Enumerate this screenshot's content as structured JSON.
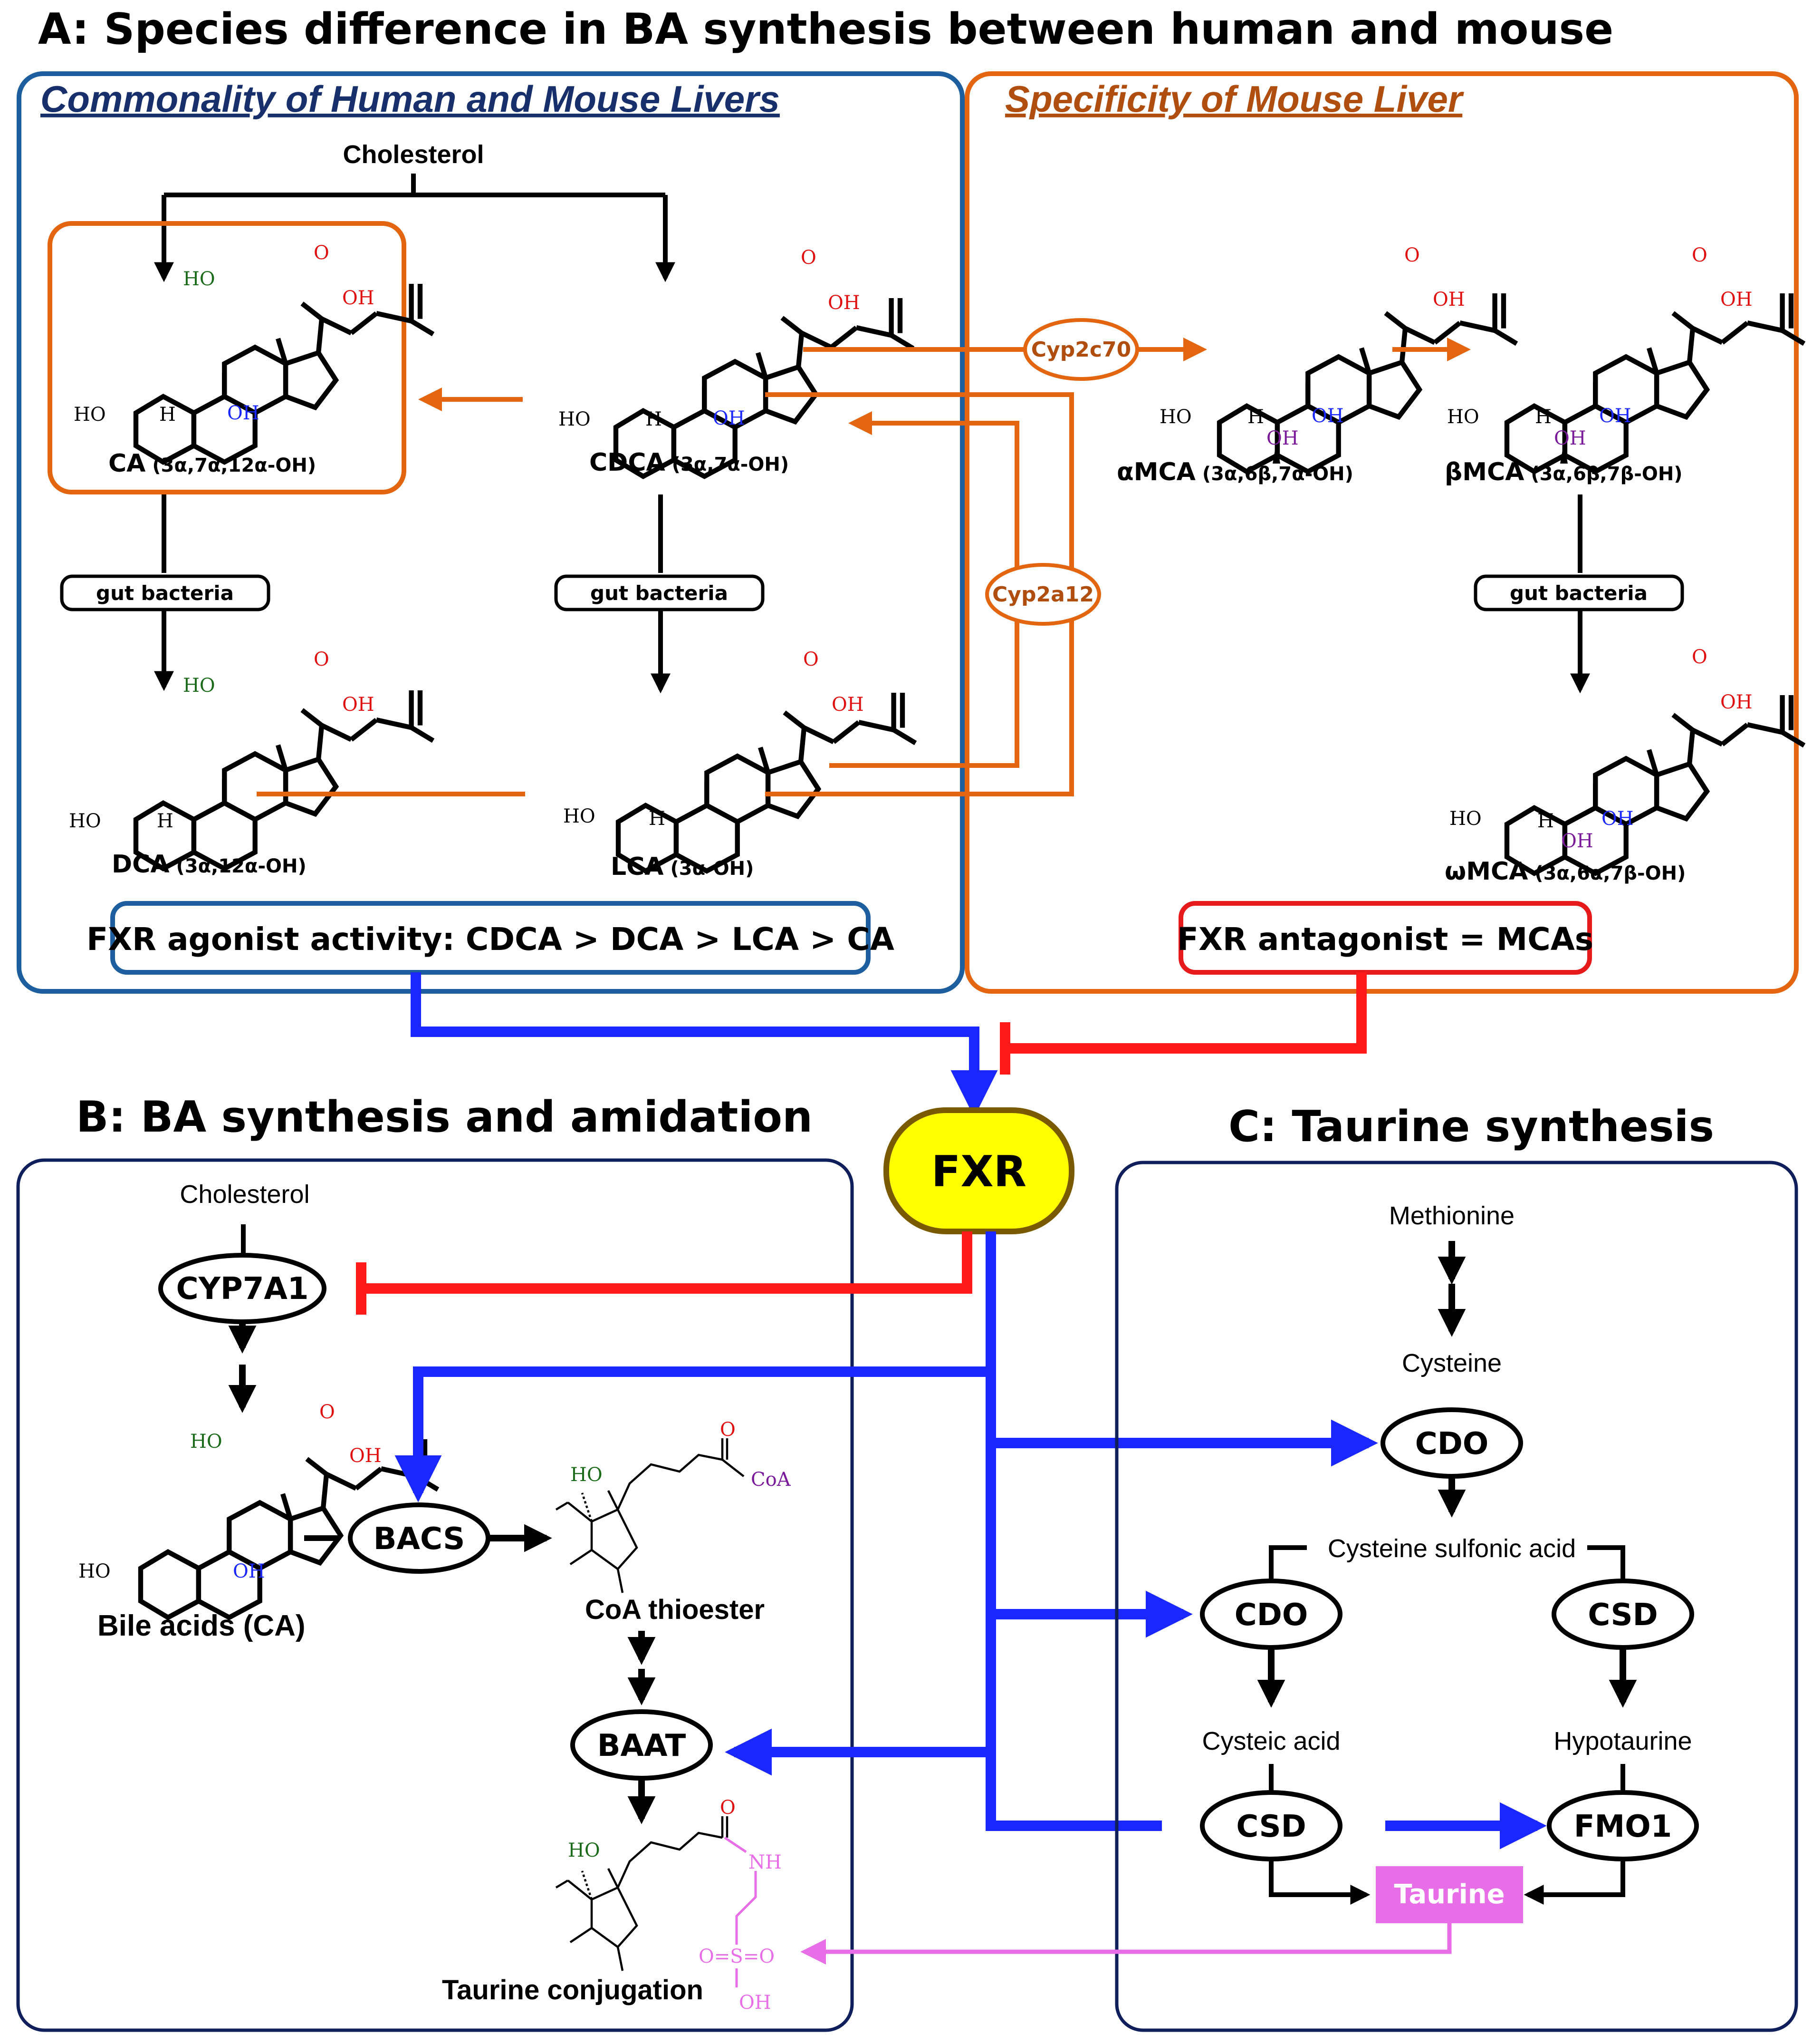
{
  "title": "A: Species difference in BA synthesis between human and mouse",
  "panel_a": {
    "left_title": "Commonality of Human and Mouse Livers",
    "right_title": "Specificity of Mouse Liver",
    "cholesterol": "Cholesterol",
    "gut_bacteria": "gut bacteria",
    "cyp2c70": "Cyp2c70",
    "cyp2a12": "Cyp2a12",
    "agonist": "FXR agonist activity: CDCA > DCA > LCA > CA",
    "antagonist": "FXR antagonist = MCAs",
    "compounds": {
      "ca": {
        "name": "CA",
        "desc": " (3α,7α,12α-OH)"
      },
      "cdca": {
        "name": "CDCA",
        "desc": " (3α,7α-OH)"
      },
      "dca": {
        "name": "DCA",
        "desc": " (3α,12α-OH)"
      },
      "lca": {
        "name": "LCA",
        "desc": " (3α-OH)"
      },
      "amca": {
        "name": "αMCA",
        "desc": " (3α,6β,7α-OH)"
      },
      "bmca": {
        "name": "βMCA",
        "desc": " (3α,6β,7β-OH)"
      },
      "wmca": {
        "name": "ωMCA",
        "desc": " (3α,6α,7β-OH)"
      }
    }
  },
  "atoms": {
    "oh": "OH",
    "ho": "HO",
    "o": "O",
    "h": "H",
    "coa": "CoA",
    "nh": "NH",
    "so3": "O=S=O"
  },
  "fxr": "FXR",
  "panel_b": {
    "title": "B: BA synthesis and amidation",
    "cholesterol": "Cholesterol",
    "cyp7a1": "CYP7A1",
    "bacs": "BACS",
    "baat": "BAAT",
    "bile_acids": "Bile acids (CA)",
    "coa_thioester": "CoA thioester",
    "taurine_conjugation": "Taurine conjugation"
  },
  "panel_c": {
    "title": "C: Taurine synthesis",
    "methionine": "Methionine",
    "cysteine": "Cysteine",
    "cdo": "CDO",
    "cysteine_sulfonic_acid": "Cysteine sulfonic acid",
    "csd": "CSD",
    "cysteic_acid": "Cysteic acid",
    "hypotaurine": "Hypotaurine",
    "fmo1": "FMO1",
    "taurine": "Taurine"
  },
  "colors": {
    "blue": "#1a27ff",
    "red": "#ff1a1a",
    "orange": "#e3650f",
    "navy": "#17306b",
    "magenta": "#e86ee8",
    "fxr_fill": "#ffff00",
    "fxr_border": "#7a5a00",
    "box_blue": "#1d5e9e"
  }
}
